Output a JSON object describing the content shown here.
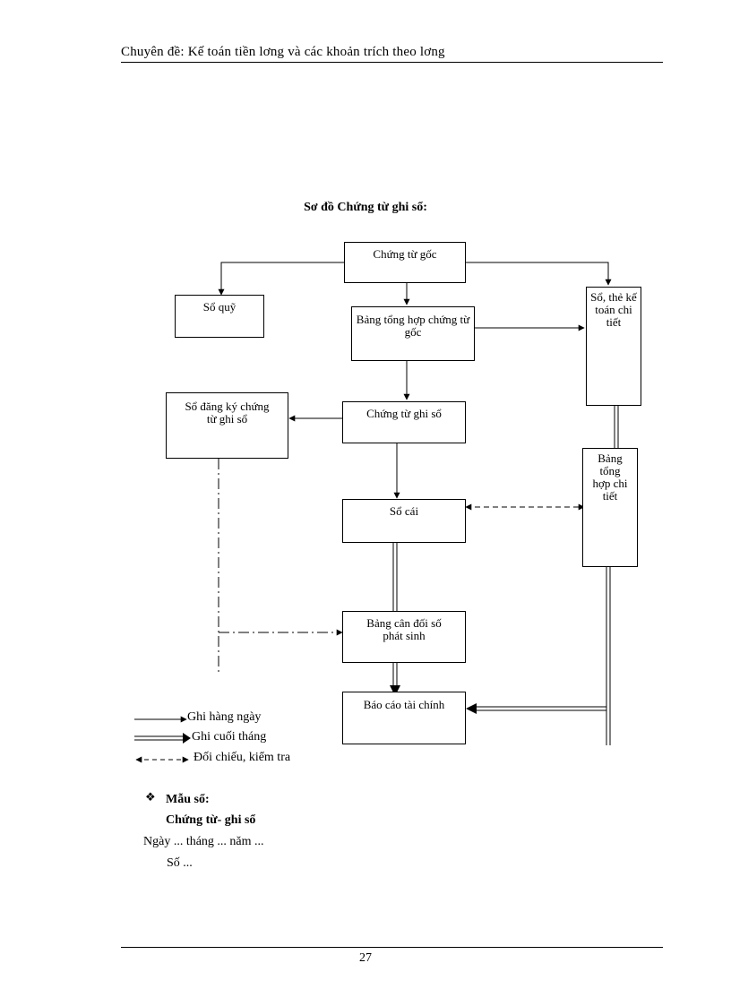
{
  "header": {
    "text": "Chuyên đề: Kế toán tiền lơng  và các khoản trích theo lơng"
  },
  "diagram": {
    "title": "Sơ đồ Chứng từ ghi sổ:",
    "boxes": {
      "chung_tu_goc": "Chứng từ gốc",
      "so_quy": "Sổ quỹ",
      "bang_tong_hop_chung_tu_goc": "Bảng tổng hợp chứng từ gốc",
      "so_the_ke_toan_chi_tiet": "Sổ, thẻ kế toán chi tiết",
      "so_dang_ky_chung_tu_ghi_so": "Sổ đăng ký chứng từ ghi sổ",
      "chung_tu_ghi_so": "Chứng từ ghi sổ",
      "bang_tong_hop_chi_tiet": "Bảng tổng hợp chi tiết",
      "so_cai": "Sổ cái",
      "bang_can_doi_so_phat_sinh": "Bảng cân đối số phát sinh",
      "bao_cao_tai_chinh": "Báo cáo tài chính"
    }
  },
  "legend": {
    "daily": "Ghi hàng ngày",
    "monthly": "Ghi cuối tháng",
    "reconcile": "Đối chiếu, kiểm tra"
  },
  "sample": {
    "bullet": "❖",
    "heading": "Mẫu sổ:",
    "subheading": "Chứng từ- ghi sổ",
    "date_line": "Ngày ... tháng ... năm ...",
    "number_line": "Số ..."
  },
  "footer": {
    "page_number": "27"
  }
}
